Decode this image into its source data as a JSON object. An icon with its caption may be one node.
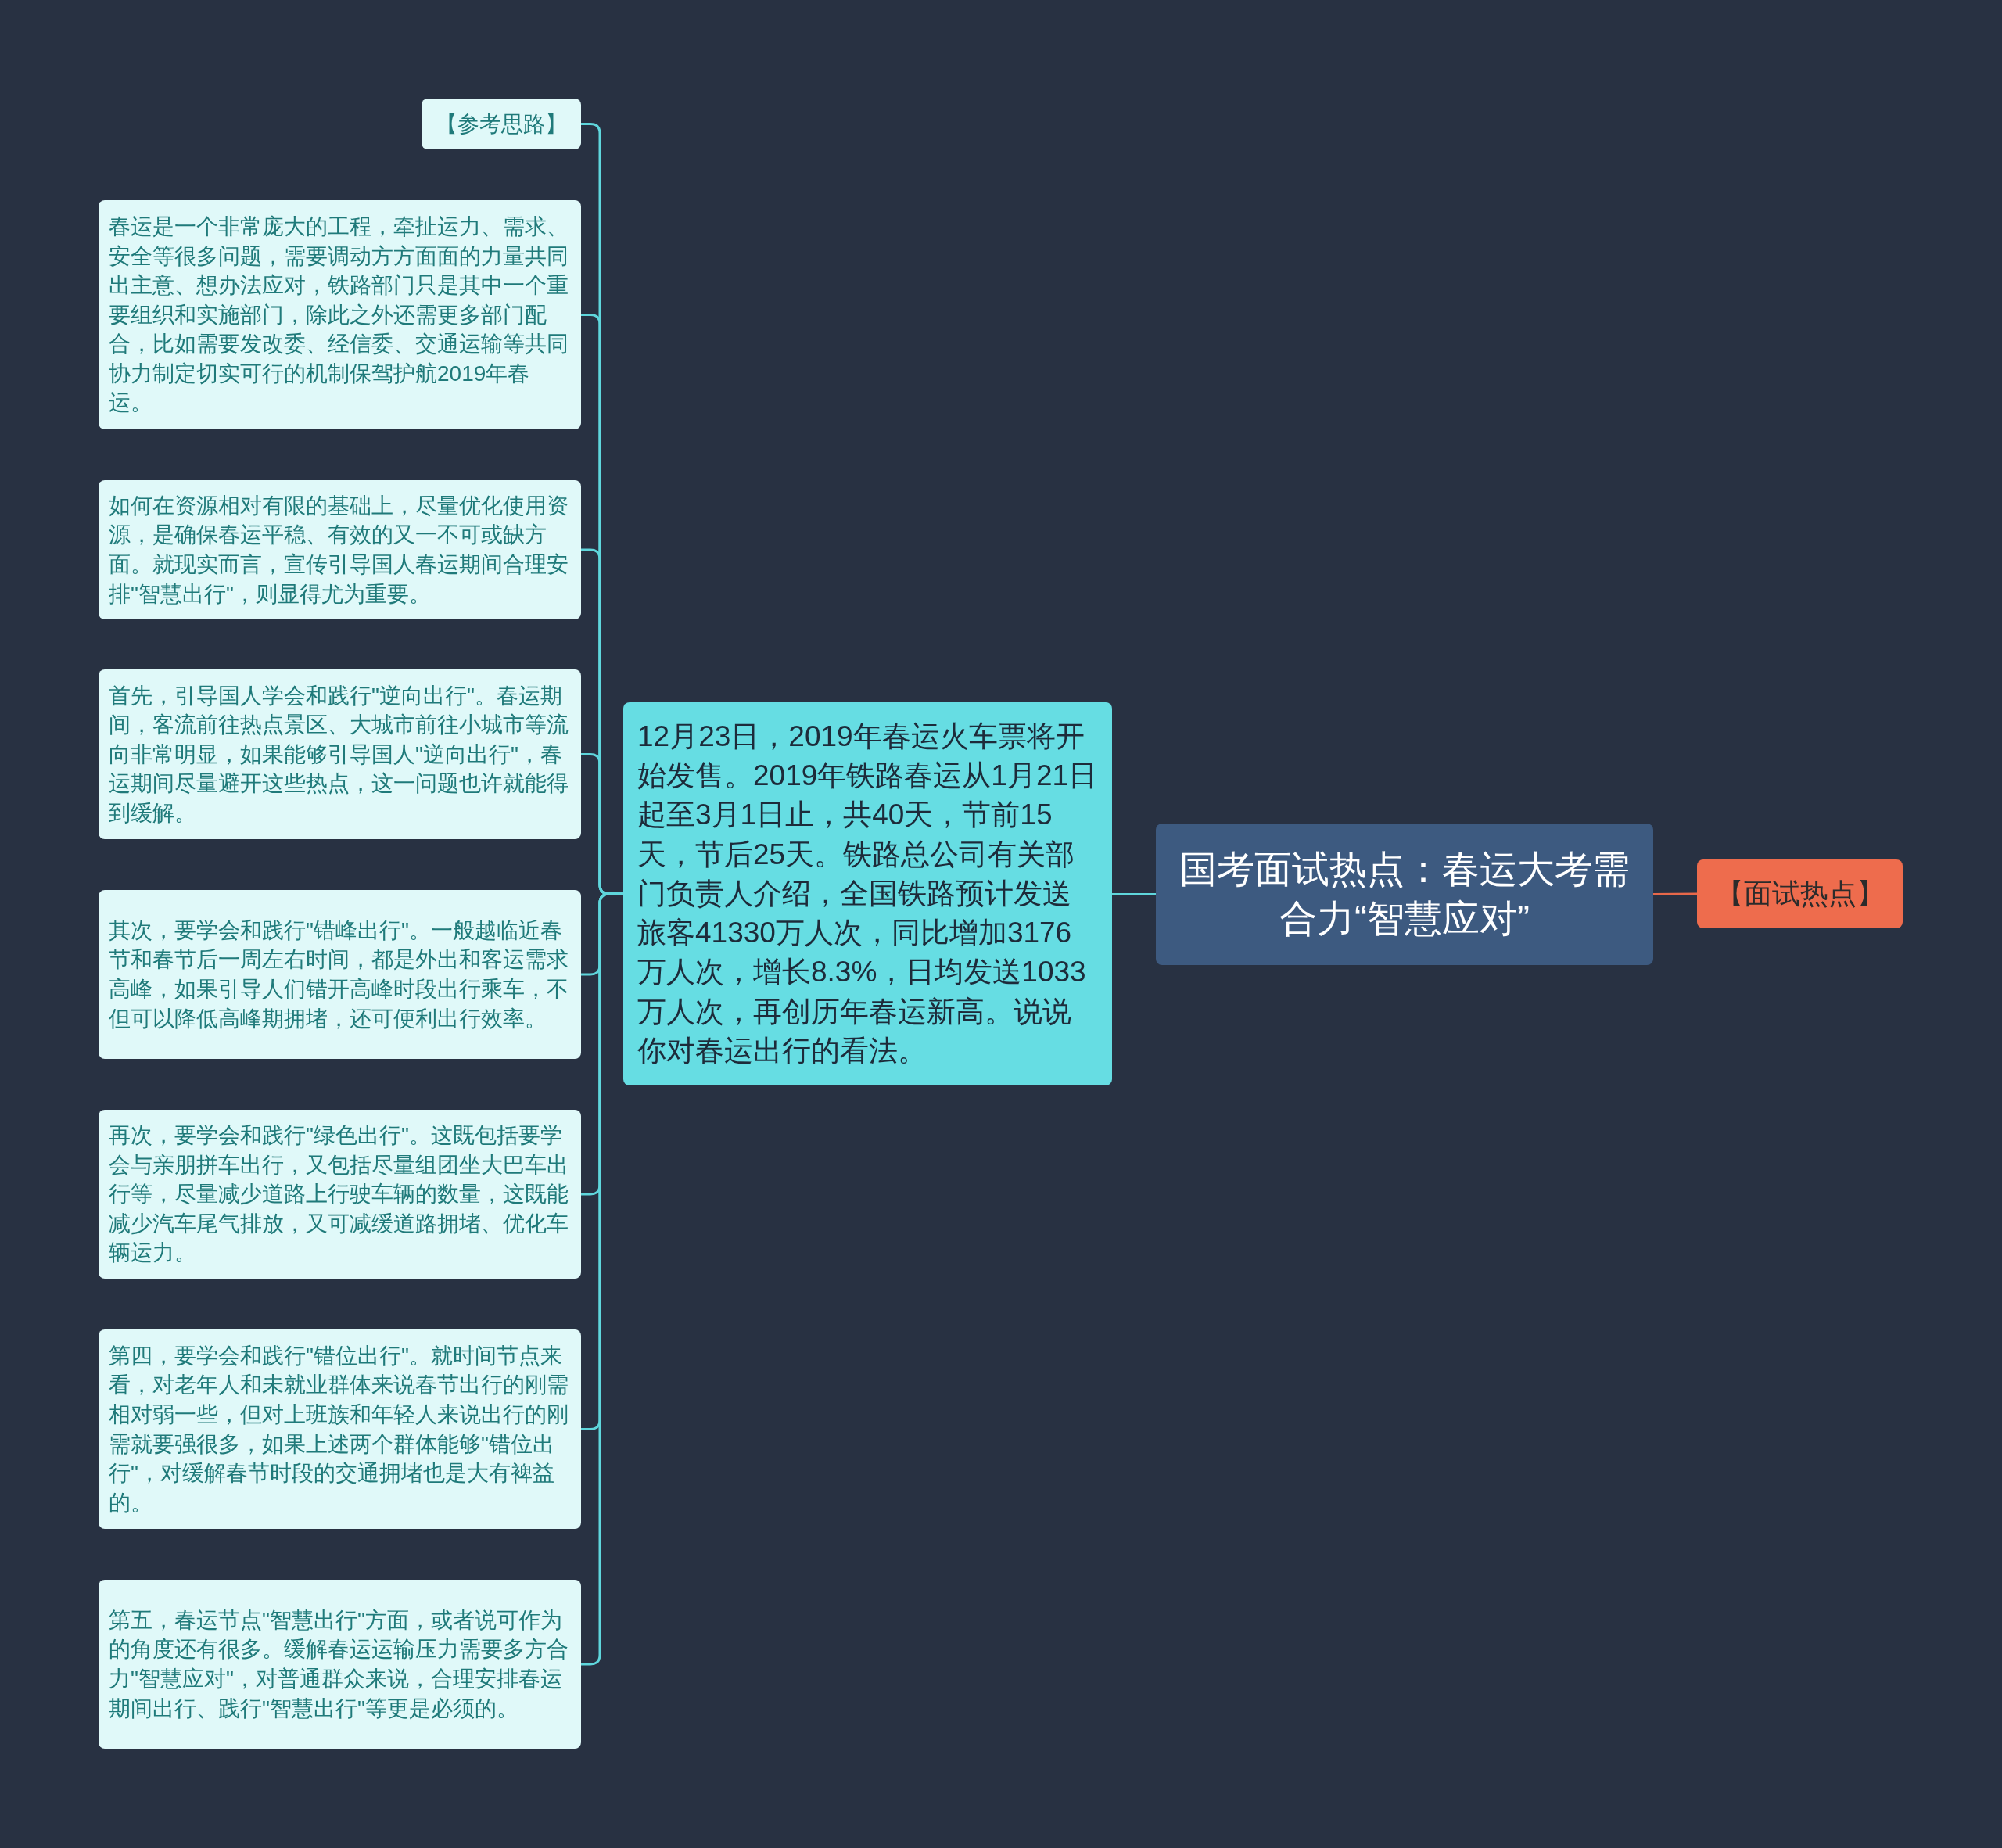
{
  "diagram": {
    "nodes": [
      {
        "text": [
          "国考面试热点：春运大考需合力“智慧应对”"
        ]
      },
      {
        "text": [
          "12月23日，2019年春运火车票将开始发售。2019年铁路春运从1月21日起至3月1日止，共40天，节前15天，节后25天。铁路总公司有关部门负责人介绍，全国铁路预计发送旅客41330万人次，同比增加3176万人次，增长8.3%，日均发送1033万人次，再创历年春运新高。说说你对春运出行的看法。"
        ]
      },
      {
        "text": [
          "【面试热点】"
        ]
      },
      {
        "text": [
          "【参考思路】"
        ]
      },
      {
        "text": [
          "春运是一个非常庞大的工程，牵扯运力、需求、安全等很多问题，需要调动方方面面的力量共同出主意、想办法应对，铁路部门只是其中一个重要组织和实施部门，除此之外还需更多部门配合，比如需要发改委、经信委、交通运输等共同协力制定切实可行的机制保驾护航2019年春运。"
        ]
      },
      {
        "text": [
          "如何在资源相对有限的基础上，尽量优化使用资源，是确保春运平稳、有效的又一不可或缺方面。就现实而言，宣传引导国人春运期间合理安排\"智慧出行\"，则显得尤为重要。"
        ]
      },
      {
        "text": [
          "首先，引导国人学会和践行\"逆向出行\"。春运期间，客流前往热点景区、大城市前往小城市等流向非常明显，如果能够引导国人\"逆向出行\"，春运期间尽量避开这些热点，这一问题也许就能得到缓解。"
        ]
      },
      {
        "text": [
          "其次，要学会和践行\"错峰出行\"。一般越临近春节和春节后一周左右时间，都是外出和客运需求高峰，如果引导人们错开高峰时段出行乘车，不但可以降低高峰期拥堵，还可便利出行效率。"
        ]
      },
      {
        "text": [
          "再次，要学会和践行\"绿色出行\"。这既包括要学会与亲朋拼车出行，又包括尽量组团坐大巴车出行等，尽量减少道路上行驶车辆的数量，这既能减少汽车尾气排放，又可减缓道路拥堵、优化车辆运力。"
        ]
      },
      {
        "text": [
          "第四，要学会和践行\"错位出行\"。就时间节点来看，对老年人和未就业群体来说春节出行的刚需相对弱一些，但对上班族和年轻人来说出行的刚需就要强很多，如果上述两个群体能够\"错位出行\"，对缓解春节时段的交通拥堵也是大有裨益的。"
        ]
      },
      {
        "text": [
          "第五，春运节点\"智慧出行\"方面，或者说可作为的角度还有很多。缓解春运运输压力需要多方合力\"智慧应对\"，对普通群众来说，合理安排春运期间出行、践行\"智慧出行\"等更是必须的。"
        ]
      }
    ],
    "edges": [
      {
        "from": 0,
        "to": 1,
        "arrow": "none"
      },
      {
        "from": 0,
        "to": 2,
        "arrow": "none",
        "color": "#e8684a"
      },
      {
        "from": 1,
        "to": 3,
        "arrow": "none"
      },
      {
        "from": 1,
        "to": 4,
        "arrow": "none"
      },
      {
        "from": 1,
        "to": 5,
        "arrow": "none"
      },
      {
        "from": 1,
        "to": 6,
        "arrow": "none"
      },
      {
        "from": 1,
        "to": 7,
        "arrow": "none"
      },
      {
        "from": 1,
        "to": 8,
        "arrow": "none"
      },
      {
        "from": 1,
        "to": 9,
        "arrow": "none"
      },
      {
        "from": 1,
        "to": 10,
        "arrow": "none"
      }
    ]
  }
}
